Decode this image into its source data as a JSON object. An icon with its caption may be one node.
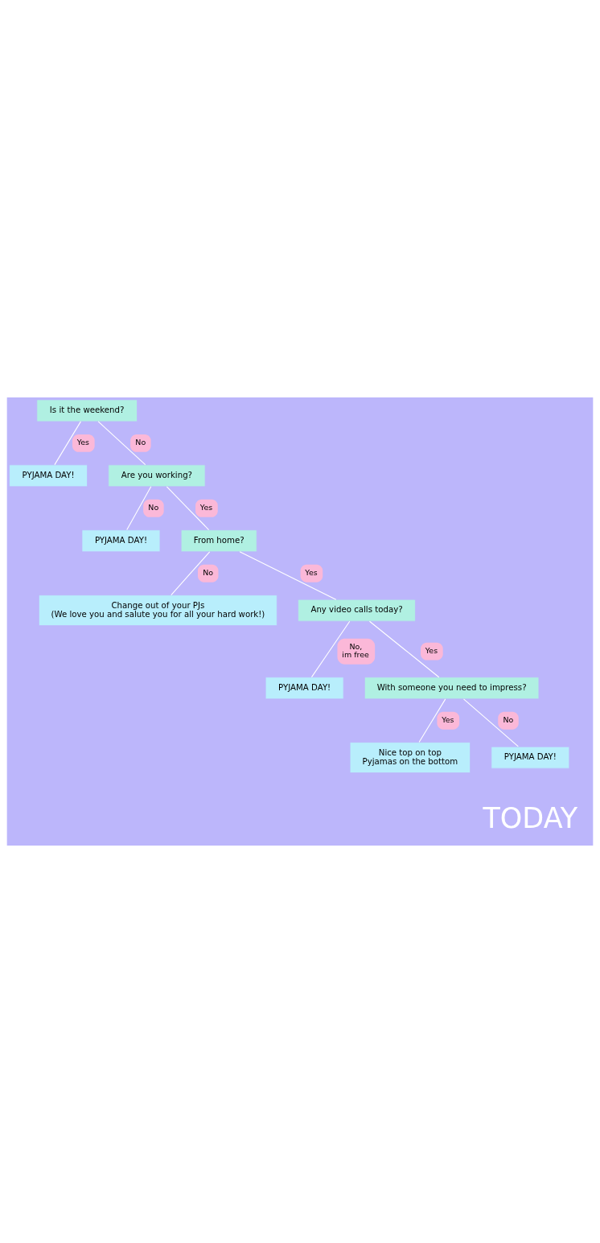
{
  "diagram": {
    "nodes": [
      {
        "text": [
          "Is it the weekend?"
        ]
      },
      {
        "text": [
          "PYJAMA DAY!"
        ]
      },
      {
        "text": [
          "Are you working?"
        ]
      },
      {
        "text": [
          "PYJAMA DAY!"
        ]
      },
      {
        "text": [
          "From home?"
        ]
      },
      {
        "text": [
          "Change out of your PJs",
          "(We love you and salute you for all your hard work!)"
        ]
      },
      {
        "text": [
          "Any video calls today?"
        ]
      },
      {
        "text": [
          "PYJAMA DAY!"
        ]
      },
      {
        "text": [
          "With someone you need to impress?"
        ]
      },
      {
        "text": [
          "Nice top on top",
          "Pyjamas on the bottom"
        ]
      },
      {
        "text": [
          "PYJAMA DAY!"
        ]
      }
    ],
    "edges": [
      {
        "from": 0,
        "to": 1,
        "arrow": "none",
        "label": "Yes"
      },
      {
        "from": 0,
        "to": 2,
        "arrow": "none",
        "label": "No"
      },
      {
        "from": 2,
        "to": 3,
        "arrow": "none",
        "label": "No"
      },
      {
        "from": 2,
        "to": 4,
        "arrow": "none",
        "label": "Yes"
      },
      {
        "from": 4,
        "to": 5,
        "arrow": "none",
        "label": "No"
      },
      {
        "from": 4,
        "to": 6,
        "arrow": "none",
        "label": "Yes"
      },
      {
        "from": 6,
        "to": 7,
        "arrow": "none",
        "label": "No, im free"
      },
      {
        "from": 6,
        "to": 8,
        "arrow": "none",
        "label": "Yes"
      },
      {
        "from": 8,
        "to": 9,
        "arrow": "none",
        "label": "Yes"
      },
      {
        "from": 8,
        "to": 10,
        "arrow": "none",
        "label": "No"
      }
    ],
    "labels": [
      "TODAY"
    ]
  }
}
